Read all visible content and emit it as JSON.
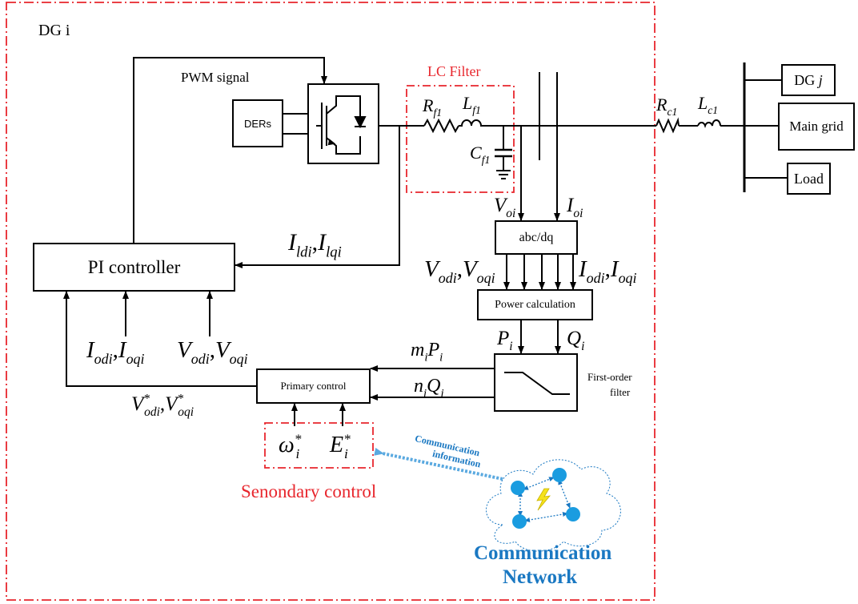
{
  "colors": {
    "line": "#000000",
    "boundary": "#e8262d",
    "network": "#1a78c2",
    "network_link": "#5aa9e0"
  },
  "dg_title": "DG i",
  "pwm_label": "PWM signal",
  "lc_filter_label": "LC Filter",
  "blocks": {
    "ders": "DERs",
    "pi_controller": "PI controller",
    "abc_dq": "abc/dq",
    "power_calc": "Power calculation",
    "primary_control": "Primary control",
    "dg_j_prefix": "DG ",
    "dg_j_var": "j",
    "main_grid": "Main grid",
    "load": "Load"
  },
  "filter_note": [
    "First-order",
    "filter"
  ],
  "secondary_label": "Senondary control",
  "comm_info": [
    "Communication",
    "information"
  ],
  "comm_network": [
    "Communication",
    "Network"
  ],
  "icons": {
    "inverter": "igbt-diode-icon",
    "capacitor": "capacitor-icon",
    "ground": "ground-icon",
    "lightning": "lightning-icon",
    "cloud": "cloud-icon"
  },
  "symbols": {
    "rf": {
      "base": "R",
      "sub": "f1"
    },
    "lf": {
      "base": "L",
      "sub": "f1"
    },
    "cf": {
      "base": "C",
      "sub": "f1"
    },
    "rc": {
      "base": "R",
      "sub": "c1"
    },
    "lc": {
      "base": "L",
      "sub": "c1"
    },
    "voi": {
      "base": "V",
      "sub": "oi"
    },
    "ioi": {
      "base": "I",
      "sub": "oi"
    },
    "ildi": {
      "base": "I",
      "sub": "ldi"
    },
    "ilqi": {
      "base": "I",
      "sub": "lqi"
    },
    "vodi_1": {
      "base": "V",
      "sub": "odi"
    },
    "voqi_1": {
      "base": "V",
      "sub": "oqi"
    },
    "iodi_1": {
      "base": "I",
      "sub": "odi"
    },
    "ioqi_1": {
      "base": "I",
      "sub": "oqi"
    },
    "iodi_2": {
      "base": "I",
      "sub": "odi"
    },
    "ioqi_2": {
      "base": "I",
      "sub": "oqi"
    },
    "vodi_2": {
      "base": "V",
      "sub": "odi"
    },
    "voqi_2": {
      "base": "V",
      "sub": "oqi"
    },
    "vodi_ref": {
      "base": "V",
      "sup": "*",
      "sub": "odi"
    },
    "voqi_ref": {
      "base": "V",
      "sup": "*",
      "sub": "oqi"
    },
    "pi": {
      "base": "P",
      "sub": "i"
    },
    "qi": {
      "base": "Q",
      "sub": "i"
    },
    "mi": {
      "base": "m",
      "sub": "i"
    },
    "mi_pi": {
      "base": "P",
      "sub": "i"
    },
    "ni": {
      "base": "n",
      "sub": "i"
    },
    "ni_qi": {
      "base": "Q",
      "sub": "i"
    },
    "omega": {
      "base": "ω",
      "sup": "*",
      "sub": "i"
    },
    "e_ref": {
      "base": "E",
      "sup": "*",
      "sub": "i"
    }
  },
  "separator": ","
}
